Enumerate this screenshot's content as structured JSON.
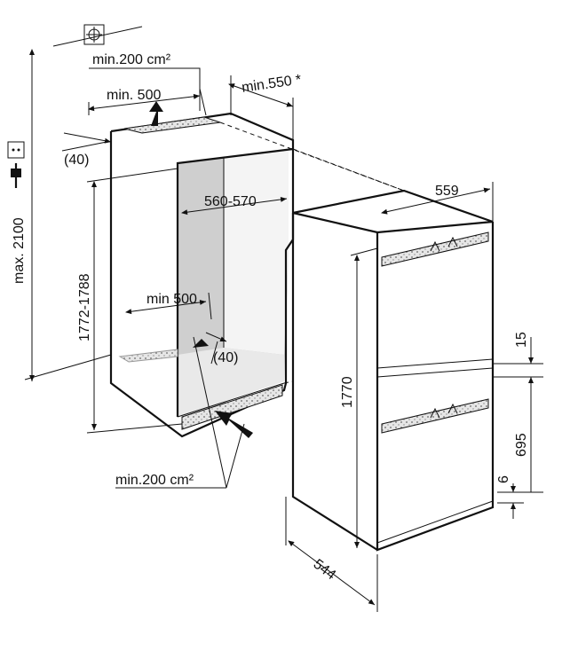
{
  "diagram": {
    "labels": {
      "vent_top_area": "min.200 cm²",
      "vent_top_depth": "min. 500",
      "niche_depth": "min.550 *",
      "top_offset": "(40)",
      "niche_width": "560-570",
      "appliance_width": "559",
      "socket_height": "max. 2100",
      "niche_height": "1772-1788",
      "vent_bottom_depth": "min 500",
      "bottom_offset": "(40)",
      "appliance_height": "1770",
      "door_gap": "15",
      "lower_door_height": "695",
      "base_gap": "6",
      "appliance_depth": "544",
      "vent_bottom_area": "min.200 cm²"
    },
    "icons": [
      "socket-icon",
      "plug-icon",
      "airflow-arrow-icon"
    ]
  }
}
